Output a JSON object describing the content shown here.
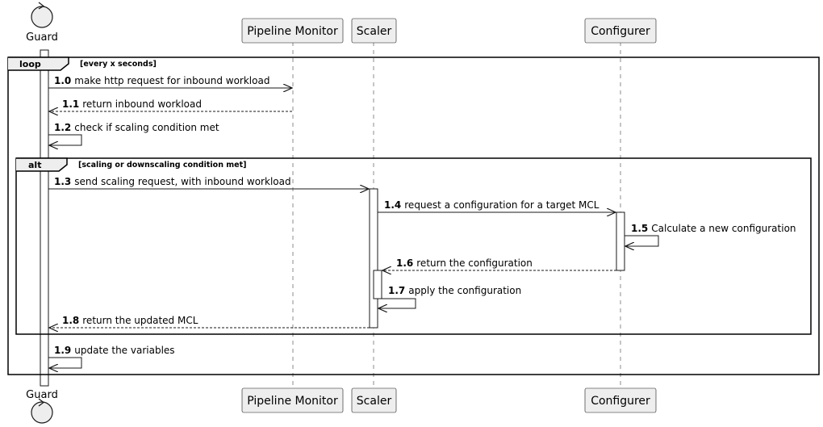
{
  "participants": {
    "guard": "Guard",
    "pipeline_monitor": "Pipeline Monitor",
    "scaler": "Scaler",
    "configurer": "Configurer"
  },
  "frames": {
    "loop": {
      "keyword": "loop",
      "condition": "[every x seconds]"
    },
    "alt": {
      "keyword": "alt",
      "condition": "[scaling or downscaling condition met]"
    }
  },
  "messages": [
    {
      "num": "1.0",
      "text": "make http request for inbound workload",
      "from": "guard",
      "to": "pipeline_monitor",
      "style": "solid"
    },
    {
      "num": "1.1",
      "text": "return inbound workload",
      "from": "pipeline_monitor",
      "to": "guard",
      "style": "dashed"
    },
    {
      "num": "1.2",
      "text": "check if scaling condition met",
      "from": "guard",
      "to": "guard",
      "style": "self"
    },
    {
      "num": "1.3",
      "text": "send scaling request, with inbound workload",
      "from": "guard",
      "to": "scaler",
      "style": "solid"
    },
    {
      "num": "1.4",
      "text": "request a configuration for a target MCL",
      "from": "scaler",
      "to": "configurer",
      "style": "solid"
    },
    {
      "num": "1.5",
      "text": "Calculate a new configuration",
      "from": "configurer",
      "to": "configurer",
      "style": "self"
    },
    {
      "num": "1.6",
      "text": "return the configuration",
      "from": "configurer",
      "to": "scaler",
      "style": "dashed"
    },
    {
      "num": "1.7",
      "text": "apply the configuration",
      "from": "scaler",
      "to": "scaler",
      "style": "self"
    },
    {
      "num": "1.8",
      "text": "return the updated MCL",
      "from": "scaler",
      "to": "guard",
      "style": "dashed"
    },
    {
      "num": "1.9",
      "text": "update the variables",
      "from": "guard",
      "to": "guard",
      "style": "self"
    }
  ]
}
